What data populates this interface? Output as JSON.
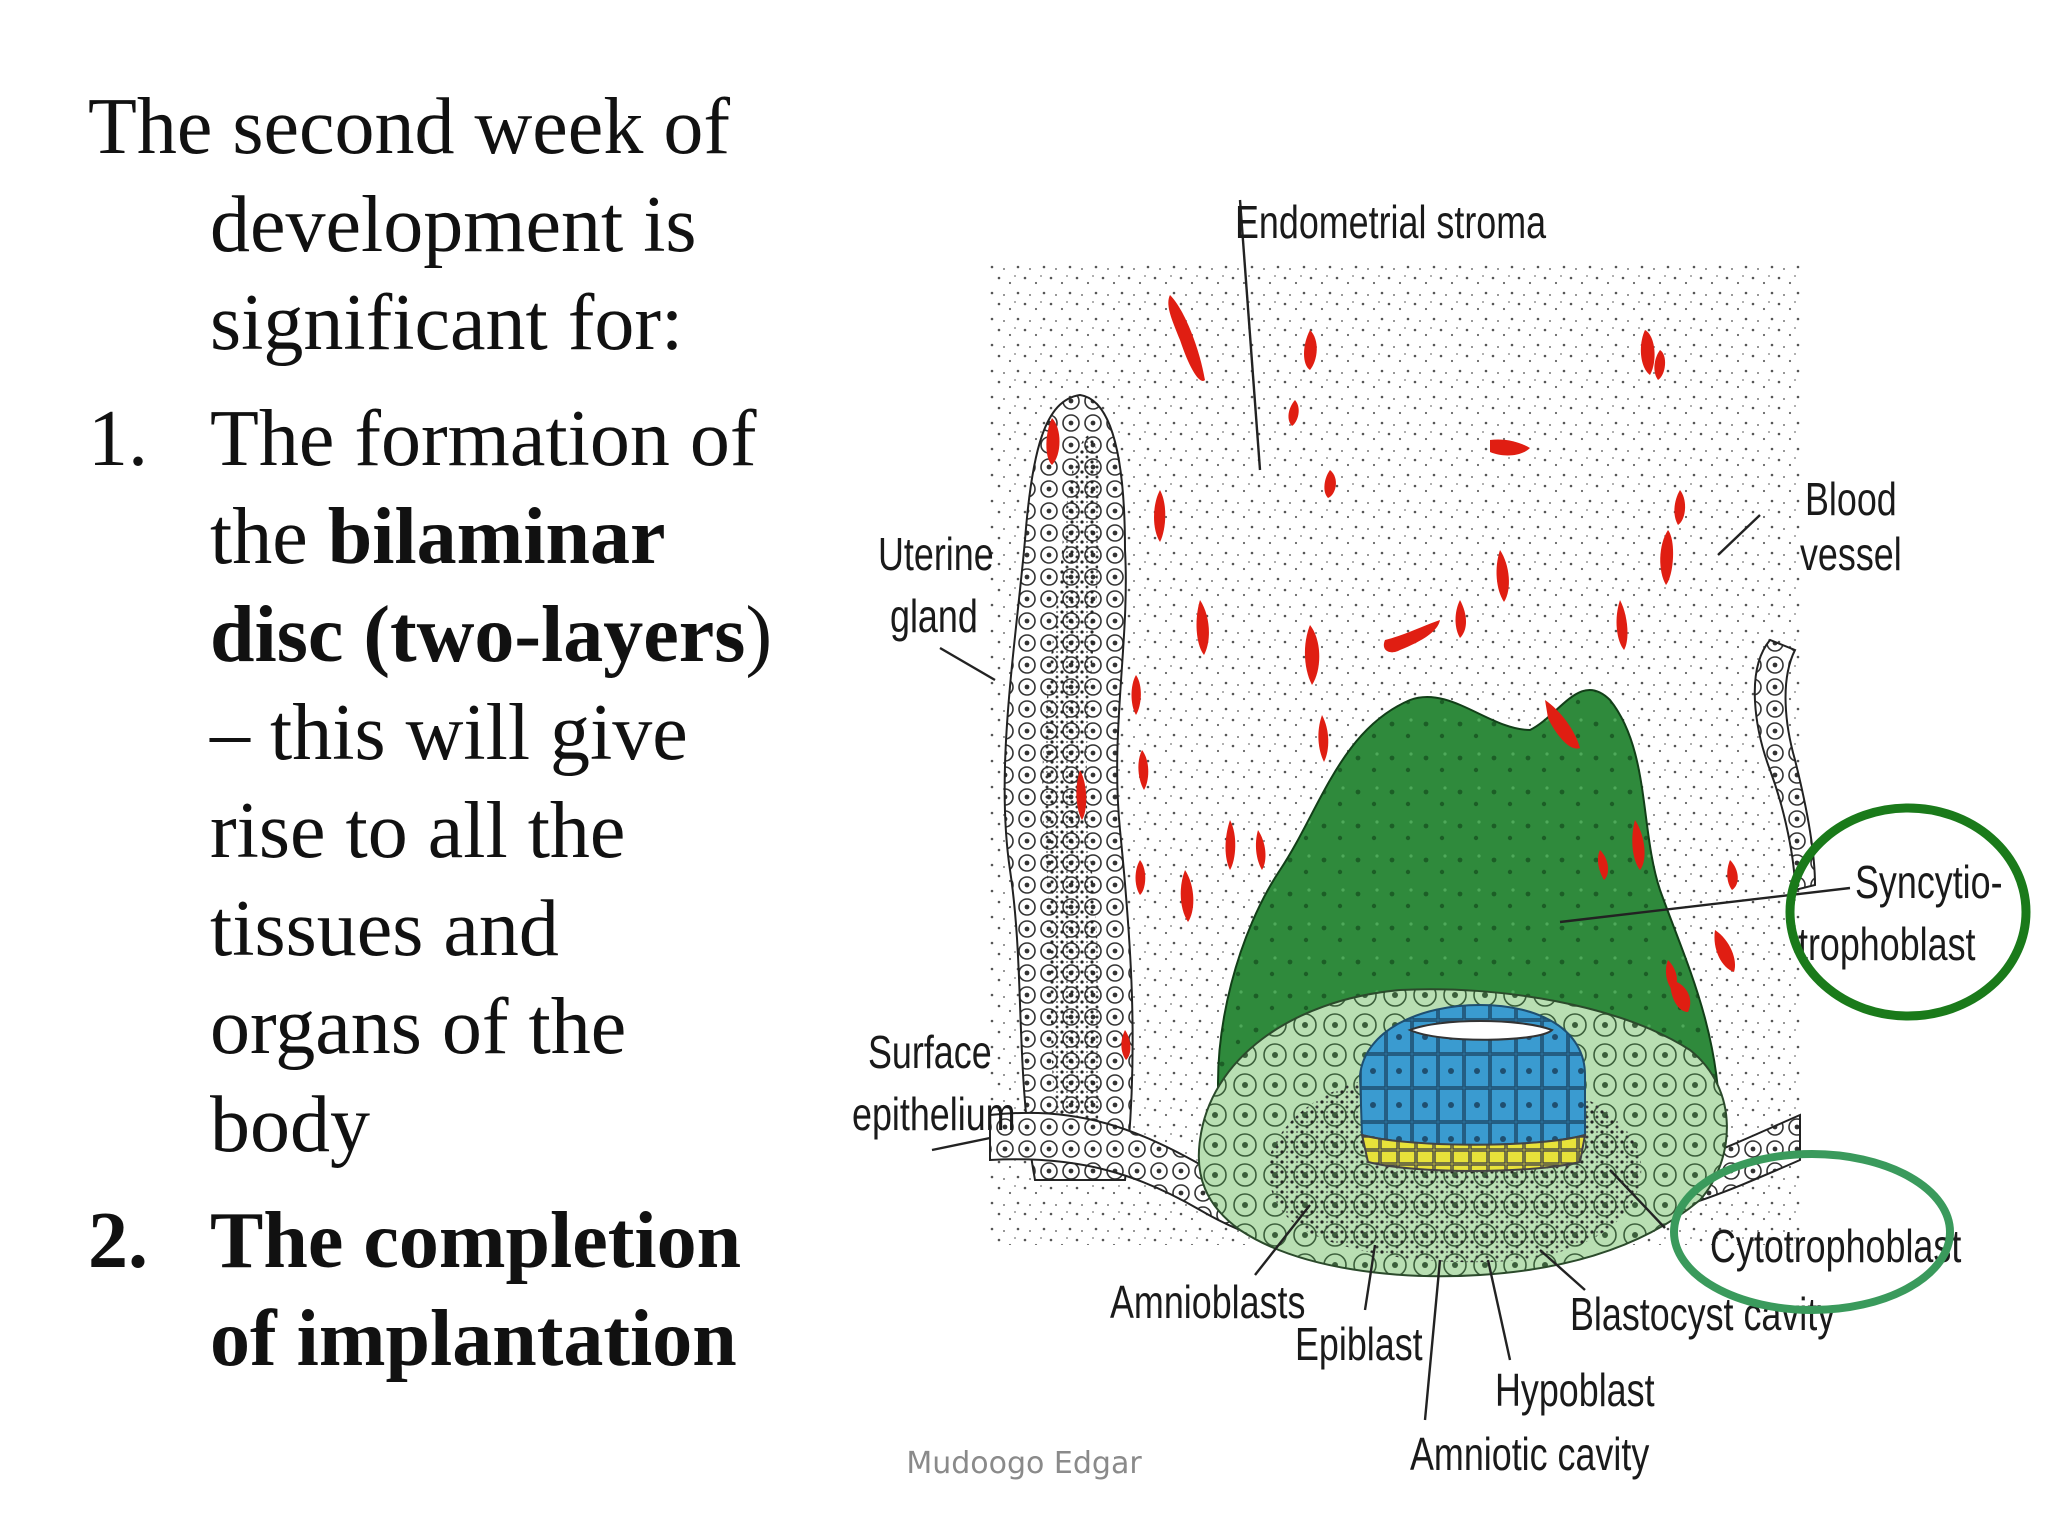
{
  "slide": {
    "intro_lines": [
      "The second week of",
      "development is",
      "significant for:"
    ],
    "items": [
      {
        "number": "1.",
        "lines": [
          {
            "parts": [
              {
                "text": "The formation of",
                "bold": false
              }
            ]
          },
          {
            "parts": [
              {
                "text": "the ",
                "bold": false
              },
              {
                "text": "bilaminar",
                "bold": true
              }
            ]
          },
          {
            "parts": [
              {
                "text": "disc (two-layers",
                "bold": true
              },
              {
                "text": ")",
                "bold": false
              }
            ]
          },
          {
            "parts": [
              {
                "text": "– this will give",
                "bold": false
              }
            ]
          },
          {
            "parts": [
              {
                "text": "rise to all the",
                "bold": false
              }
            ]
          },
          {
            "parts": [
              {
                "text": "tissues and",
                "bold": false
              }
            ]
          },
          {
            "parts": [
              {
                "text": "organs of the",
                "bold": false
              }
            ]
          },
          {
            "parts": [
              {
                "text": "body",
                "bold": false
              }
            ]
          }
        ]
      },
      {
        "number": "2.",
        "bold": true,
        "lines": [
          {
            "parts": [
              {
                "text": "The completion",
                "bold": true
              }
            ]
          },
          {
            "parts": [
              {
                "text": "of implantation",
                "bold": true
              }
            ]
          }
        ]
      }
    ],
    "footer": "Mudoogo Edgar"
  },
  "diagram": {
    "labels": {
      "endometrial_stroma": "Endometrial stroma",
      "blood": "Blood",
      "vessel": "vessel",
      "uterine": "Uterine",
      "gland": "gland",
      "syncytio": "Syncytio-",
      "trophoblast": "trophoblast",
      "surface": "Surface",
      "epithelium": "epithelium",
      "cytotrophoblast": "Cytotrophoblast",
      "amnioblasts": "Amnioblasts",
      "epiblast": "Epiblast",
      "blastocyst_cavity": "Blastocyst cavity",
      "hypoblast": "Hypoblast",
      "amniotic_cavity": "Amniotic cavity"
    },
    "colors": {
      "syncytiotrophoblast": "#2f8a3c",
      "cytotrophoblast": "#b9dfb3",
      "epiblast": "#3a9bd0",
      "hypoblast": "#e8e23a",
      "blood_vessel": "#e01e12",
      "highlight_syncytio": "#1a7a1a",
      "highlight_cyto": "#3a9a5c"
    }
  }
}
